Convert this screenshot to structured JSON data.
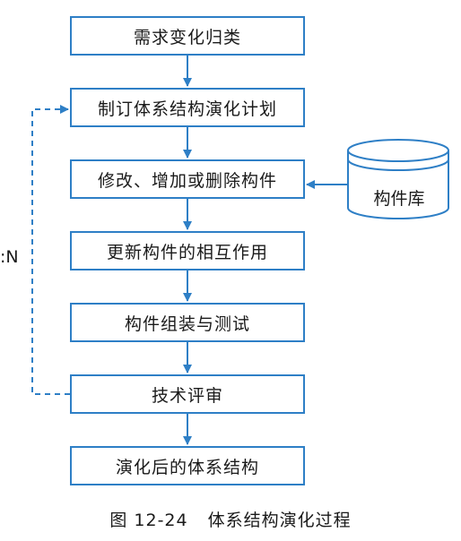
{
  "steps": [
    "需求变化归类",
    "制订体系结构演化计划",
    "修改、增加或删除构件",
    "更新构件的相互作用",
    "构件组装与测试",
    "技术评审",
    "演化后的体系结构"
  ],
  "repository": "构件库",
  "loop_label": ":N",
  "caption": {
    "number": "图 12-24",
    "title": "体系结构演化过程"
  },
  "colors": {
    "stroke": "#2e7fc6",
    "text": "#1a1a1a"
  }
}
